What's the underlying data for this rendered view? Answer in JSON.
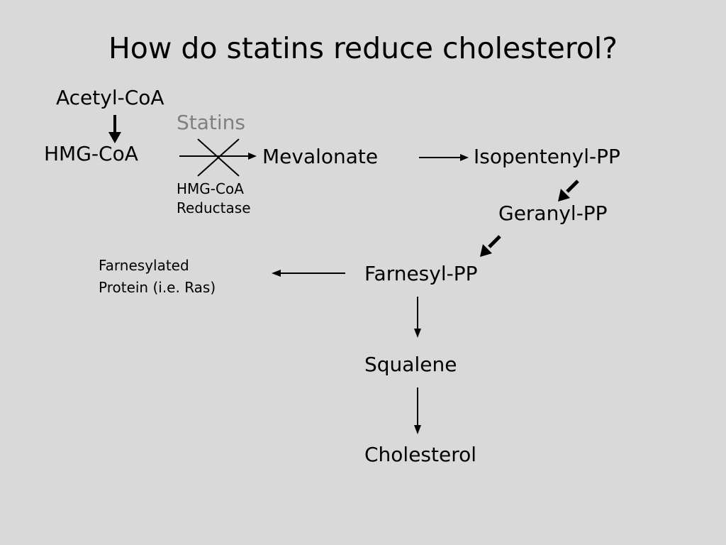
{
  "title": "How do statins reduce cholesterol?",
  "pathway": {
    "acetyl_coa": "Acetyl-CoA",
    "hmg_coa": "HMG-CoA",
    "statins": "Statins",
    "enzyme_line1": "HMG-CoA",
    "enzyme_line2": "Reductase",
    "mevalonate": "Mevalonate",
    "isopentenyl_pp": "Isopentenyl-PP",
    "geranyl_pp": "Geranyl-PP",
    "farnesyl_pp": "Farnesyl-PP",
    "farnesylated_line1": "Farnesylated",
    "farnesylated_line2": "Protein (i.e. Ras)",
    "squalene": "Squalene",
    "cholesterol": "Cholesterol"
  },
  "colors": {
    "background": "#d9d9d9",
    "text": "#000000",
    "inhibitor_text": "#808080"
  }
}
